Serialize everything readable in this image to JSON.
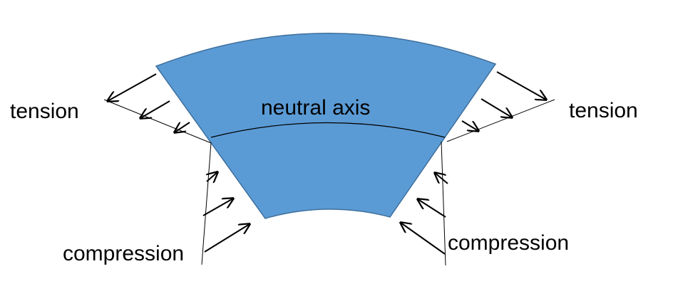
{
  "labels": {
    "neutral_axis": "neutral axis",
    "tension_left": "tension",
    "tension_right": "tension",
    "compression_left": "compression",
    "compression_right": "compression"
  },
  "colors": {
    "beam_fill": "#5B9BD5",
    "outline": "#000000",
    "background": "#ffffff"
  }
}
